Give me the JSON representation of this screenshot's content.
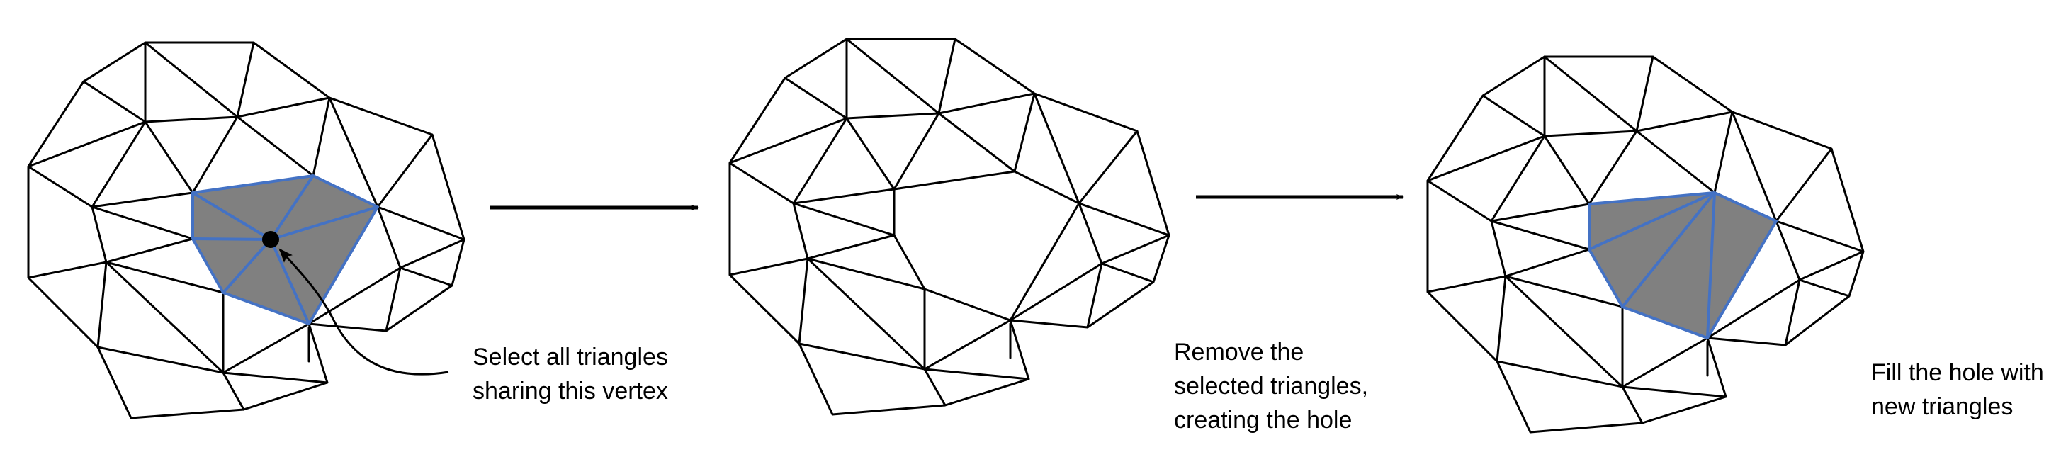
{
  "captions": {
    "panel1": [
      "Select all triangles",
      "sharing this vertex"
    ],
    "panel2": [
      "Remove the",
      "selected triangles,",
      "creating the hole"
    ],
    "panel3": [
      "Fill the hole with",
      "new triangles"
    ]
  },
  "colors": {
    "edge": "#000000",
    "highlight": "#4472c4",
    "shade": "#808080",
    "background": "#ffffff"
  }
}
